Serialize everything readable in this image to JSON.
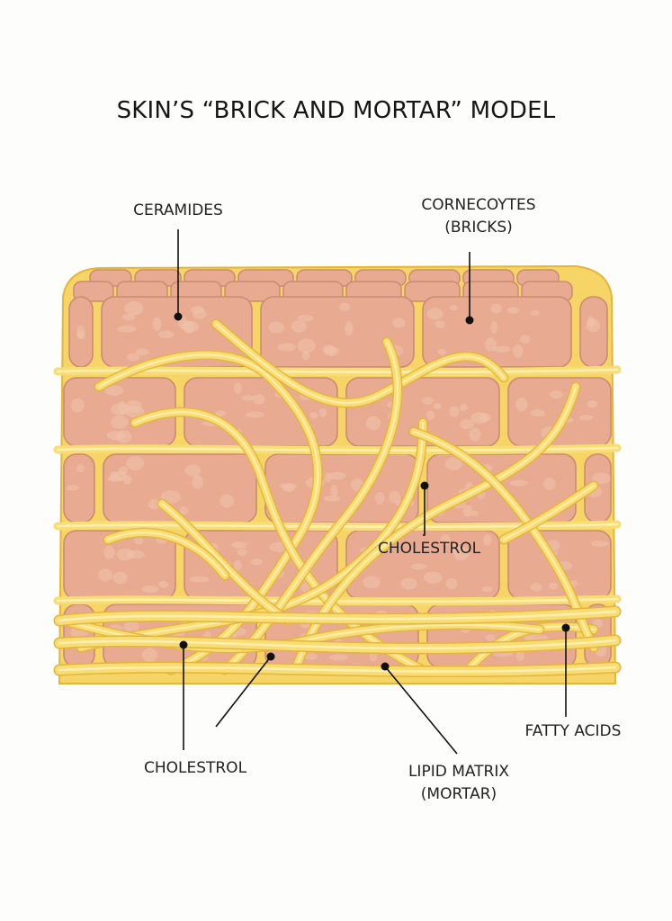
{
  "title": "SKIN’S “BRICK AND MORTAR” MODEL",
  "labels": {
    "ceramides": "CERAMIDES",
    "corneocytes_line1": "CORNECOYTES",
    "corneocytes_line2": "(BRICKS)",
    "cholesterol_mid": "CHOLESTROL",
    "cholesterol_bottom": "CHOLESTROL",
    "fatty_acids": "FATTY ACIDS",
    "lipid_matrix_line1": "LIPID MATRIX",
    "lipid_matrix_line2": "(MORTAR)"
  },
  "colors": {
    "brick_fill": "#e8ab92",
    "brick_edge": "#c98b72",
    "brick_texture": "#f0c2ac",
    "lipid_fill": "#f9dd74",
    "lipid_edge": "#e2b63c",
    "lipid_highlight": "#fdf0b0",
    "pointer": "#111111"
  }
}
